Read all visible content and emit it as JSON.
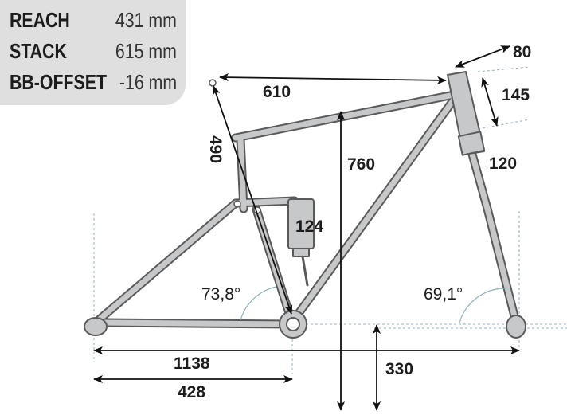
{
  "specs": [
    {
      "label": "REACH",
      "value": "431 mm"
    },
    {
      "label": "STACK",
      "value": "615 mm"
    },
    {
      "label": "BB-OFFSET",
      "value": "-16 mm"
    }
  ],
  "dimensions": {
    "top_tube": "610",
    "seat_tube": "490",
    "stem": "80",
    "head_tube": "145",
    "fork_offset": "120",
    "standover": "760",
    "shock": "124",
    "wheelbase": "1138",
    "chainstay": "428",
    "bb_height": "330"
  },
  "angles": {
    "seat_angle": "73,8°",
    "head_angle": "69,1°"
  },
  "colors": {
    "frame": "#c7c8ca",
    "frame_outline": "#5a5a5a",
    "guide_line": "#8fb2bd",
    "arrow": "#111111",
    "panel": "#dfdfe0"
  }
}
